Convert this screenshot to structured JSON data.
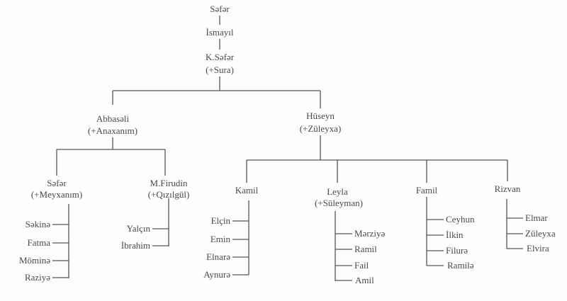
{
  "root": {
    "name": "Səfər"
  },
  "gen2": {
    "name": "İsmayıl"
  },
  "gen3": {
    "name": "K.Səfər",
    "spouse": "(+Sura)"
  },
  "abbasali": {
    "name": "Abbasəli",
    "spouse": "(+Anaxanım)"
  },
  "huseyn": {
    "name": "Hüseyn",
    "spouse": "(+Züleyxa)"
  },
  "sefer": {
    "name": "Səfər",
    "spouse": "(+Meyxanım)",
    "children": [
      "Səkinə",
      "Fatma",
      "Möminə",
      "Raziyə"
    ]
  },
  "firudin": {
    "name": "M.Firudin",
    "spouse": "(+Qızılgül)",
    "children": [
      "Yalçın",
      "İbrahim"
    ]
  },
  "kamil": {
    "name": "Kamil",
    "children": [
      "Elçin",
      "Emin",
      "Elnarə",
      "Aynurə"
    ]
  },
  "leyla": {
    "name": "Leyla",
    "spouse": "(+Süleyman)",
    "children": [
      "Mərziyə",
      "Ramil",
      "Fail",
      "Amil"
    ]
  },
  "famil": {
    "name": "Famil",
    "children": [
      "Ceyhun",
      "İlkin",
      "Filurə",
      "Ramilə"
    ]
  },
  "rizvan": {
    "name": "Rizvan",
    "children": [
      "Elmar",
      "Züleyxa",
      "Elvira"
    ]
  }
}
